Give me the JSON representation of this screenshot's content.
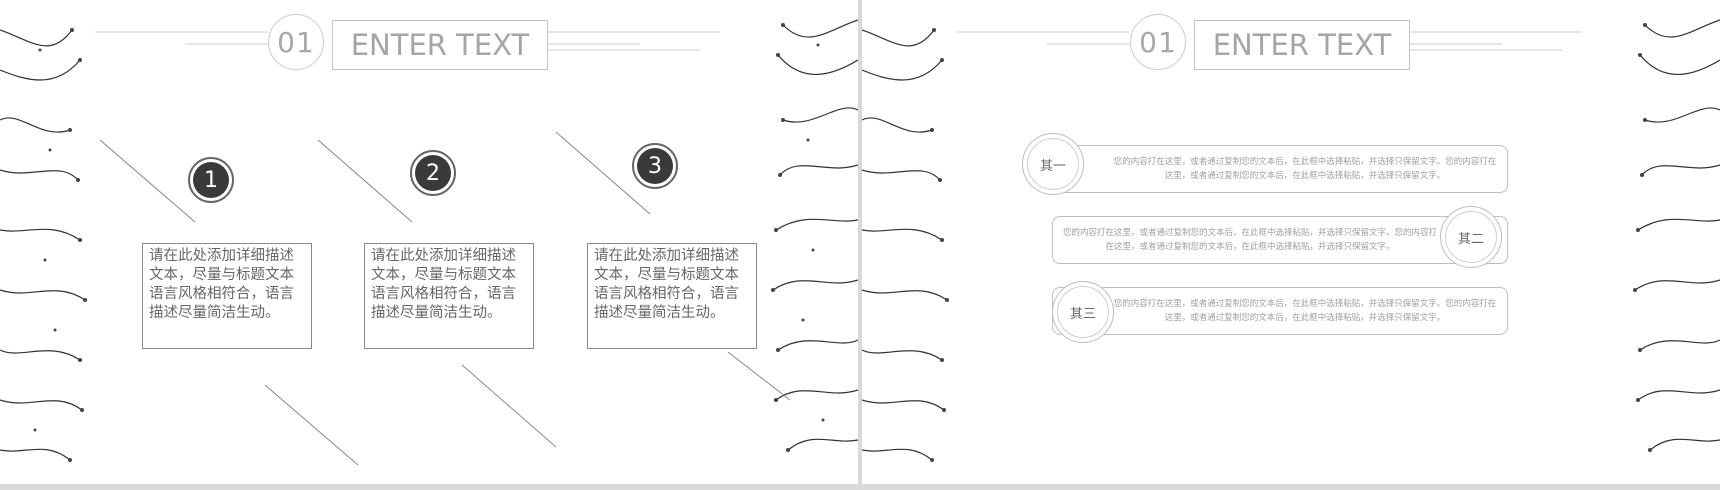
{
  "slide1": {
    "number": "01",
    "title": "ENTER TEXT",
    "steps": [
      {
        "num": "1",
        "text": "请在此处添加详细描述文本，尽量与标题文本语言风格相符合，语言描述尽量简洁生动。"
      },
      {
        "num": "2",
        "text": "请在此处添加详细描述文本，尽量与标题文本语言风格相符合，语言描述尽量简洁生动。"
      },
      {
        "num": "3",
        "text": "请在此处添加详细描述文本，尽量与标题文本语言风格相符合，语言描述尽量简洁生动。"
      }
    ]
  },
  "slide2": {
    "number": "01",
    "title": "ENTER TEXT",
    "items": [
      {
        "label": "其一",
        "text": "您的内容打在这里，或者通过复制您的文本后，在此框中选择粘贴，并选择只保留文字。您的内容打在这里，或者通过复制您的文本后，在此框中选择粘贴，并选择只保留文字。"
      },
      {
        "label": "其二",
        "text": "您的内容打在这里，或者通过复制您的文本后，在此框中选择粘贴，并选择只保留文字。您的内容打在这里，或者通过复制您的文本后，在此框中选择粘贴，并选择只保留文字。"
      },
      {
        "label": "其三",
        "text": "您的内容打在这里，或者通过复制您的文本后，在此框中选择粘贴，并选择只保留文字。您的内容打在这里，或者通过复制您的文本后，在此框中选择粘贴，并选择只保留文字。"
      }
    ]
  }
}
